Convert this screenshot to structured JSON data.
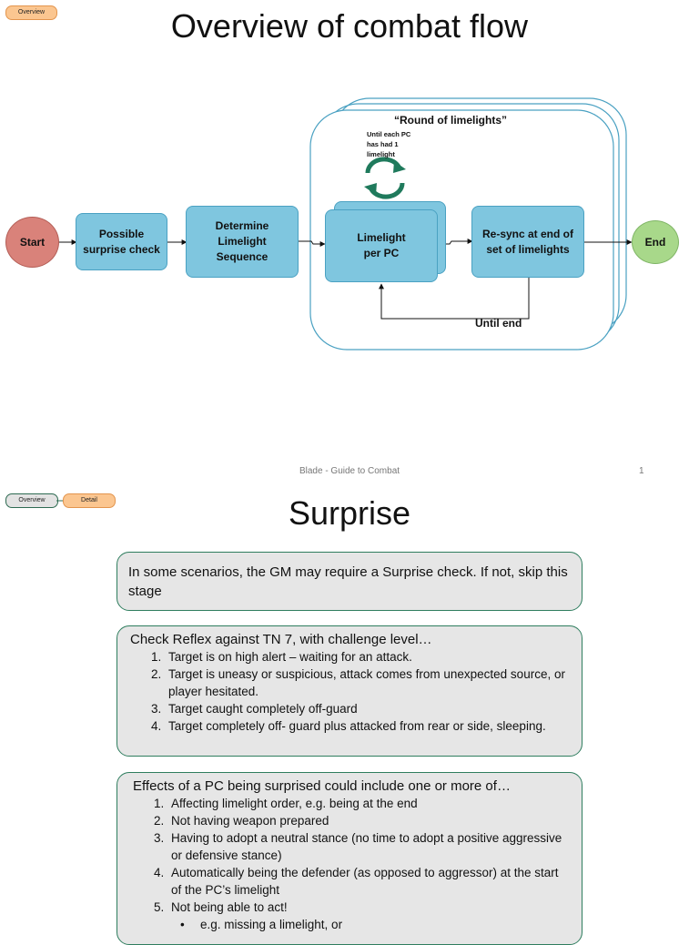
{
  "slide1": {
    "nav_overview": "Overview",
    "title": "Overview of combat flow",
    "nodes": {
      "start": "Start",
      "surprise": "Possible surprise check",
      "determine": "Determine Limelight Sequence",
      "limelight": "Limelight per PC",
      "resync": "Re-sync at end of set of limelights",
      "end": "End"
    },
    "round_label": "“Round of limelights”",
    "loop_label": "Until each PC has had 1 limelight",
    "until_end": "Until end",
    "footer": "Blade - Guide to Combat",
    "page_number": "1"
  },
  "slide2": {
    "nav_overview": "Overview",
    "nav_detail": "Detail",
    "title": "Surprise",
    "box1": "In some scenarios, the GM may require a Surprise check. If not, skip this stage",
    "box2": {
      "lead": "Check Reflex against TN 7, with challenge level…",
      "items": [
        "Target is on high alert – waiting for an attack.",
        "Target is uneasy or suspicious, attack comes from unexpected source, or player hesitated.",
        " Target caught completely off-guard",
        " Target completely off- guard plus attacked from rear or side, sleeping."
      ]
    },
    "box3": {
      "lead": "Effects of a PC being surprised could include one or more of…",
      "items": [
        "Affecting limelight order, e.g. being at the end",
        "Not having weapon prepared",
        "Having to adopt a neutral stance (no time to adopt a positive aggressive or defensive stance)",
        " Automatically being the defender (as opposed to aggressor) at the start of the PC’s limelight",
        "Not being able to act!"
      ],
      "subitems": [
        "e.g. missing a limelight, or"
      ]
    }
  },
  "colors": {
    "process_fill": "#7fc6df",
    "start_fill": "#d9827a",
    "end_fill": "#a8d88a",
    "box_border": "#2e7d5e",
    "loop_arrow": "#1f7a5c"
  }
}
